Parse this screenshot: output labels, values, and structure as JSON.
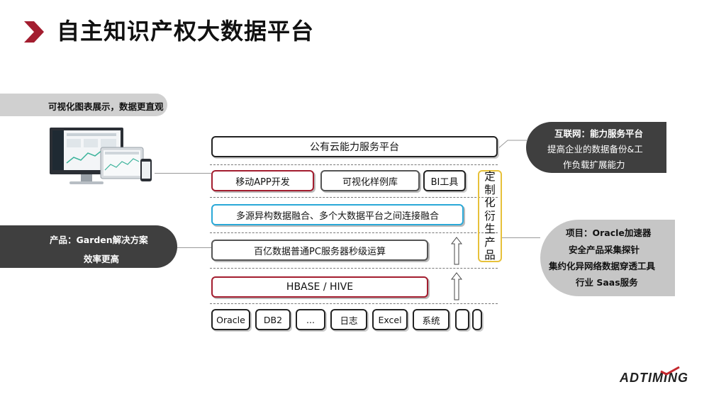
{
  "title": "自主知识产权大数据平台",
  "left_top_panel": {
    "text": "可视化图表展示，数据更直观"
  },
  "left_bottom_panel": {
    "line1": "产品：Garden解决方案",
    "line2": "效率更高"
  },
  "right_top_panel": {
    "line1": "互联网：能力服务平台",
    "line2": "提高企业的数据备份&工",
    "line3": "作负载扩展能力"
  },
  "right_bottom_panel": {
    "lines": [
      "项目：Oracle加速器",
      "安全产品采集探针",
      "集约化异网络数据穿透工具",
      "行业 Saas服务"
    ]
  },
  "layers": {
    "cloud_platform": "公有云能力服务平台",
    "app_dev": "移动APP开发",
    "vis_library": "可视化样例库",
    "bi_tool": "BI工具",
    "fusion": "多源异构数据融合、多个大数据平台之间连接融合",
    "compute": "百亿数据普通PC服务器秒级运算",
    "storage": "HBASE / HIVE"
  },
  "sources": [
    "Oracle",
    "DB2",
    "...",
    "日志",
    "Excel",
    "系统"
  ],
  "vertical_label": [
    "定",
    "制",
    "化",
    "衍",
    "生",
    "产",
    "品"
  ],
  "logo": {
    "main": "ADTIMING"
  },
  "colors": {
    "accent_red": "#a31d2f",
    "cyan": "#2aa9d8",
    "yellow": "#e7c13a",
    "dark_panel": "#3f3f3f",
    "light_panel": "#c6c6c6"
  }
}
